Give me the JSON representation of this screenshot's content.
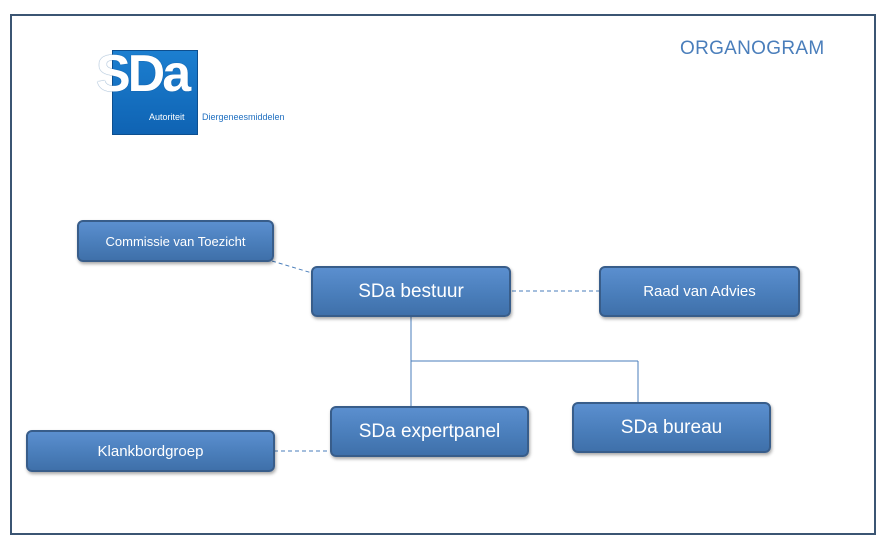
{
  "title": "ORGANOGRAM",
  "logo": {
    "mark": "SDa",
    "subtitle_left": "Autoriteit",
    "subtitle_right": "Diergeneesmiddelen"
  },
  "nodes": {
    "commissie": "Commissie van Toezicht",
    "bestuur": "SDa bestuur",
    "raad": "Raad van Advies",
    "expertpanel": "SDa expertpanel",
    "bureau": "SDa bureau",
    "klankbord": "Klankbordgroep"
  },
  "colors": {
    "node_fill": "#4a7ebb",
    "node_border": "#385d8a",
    "title_color": "#4a7ebb",
    "logo_blue": "#1f6fc0"
  }
}
